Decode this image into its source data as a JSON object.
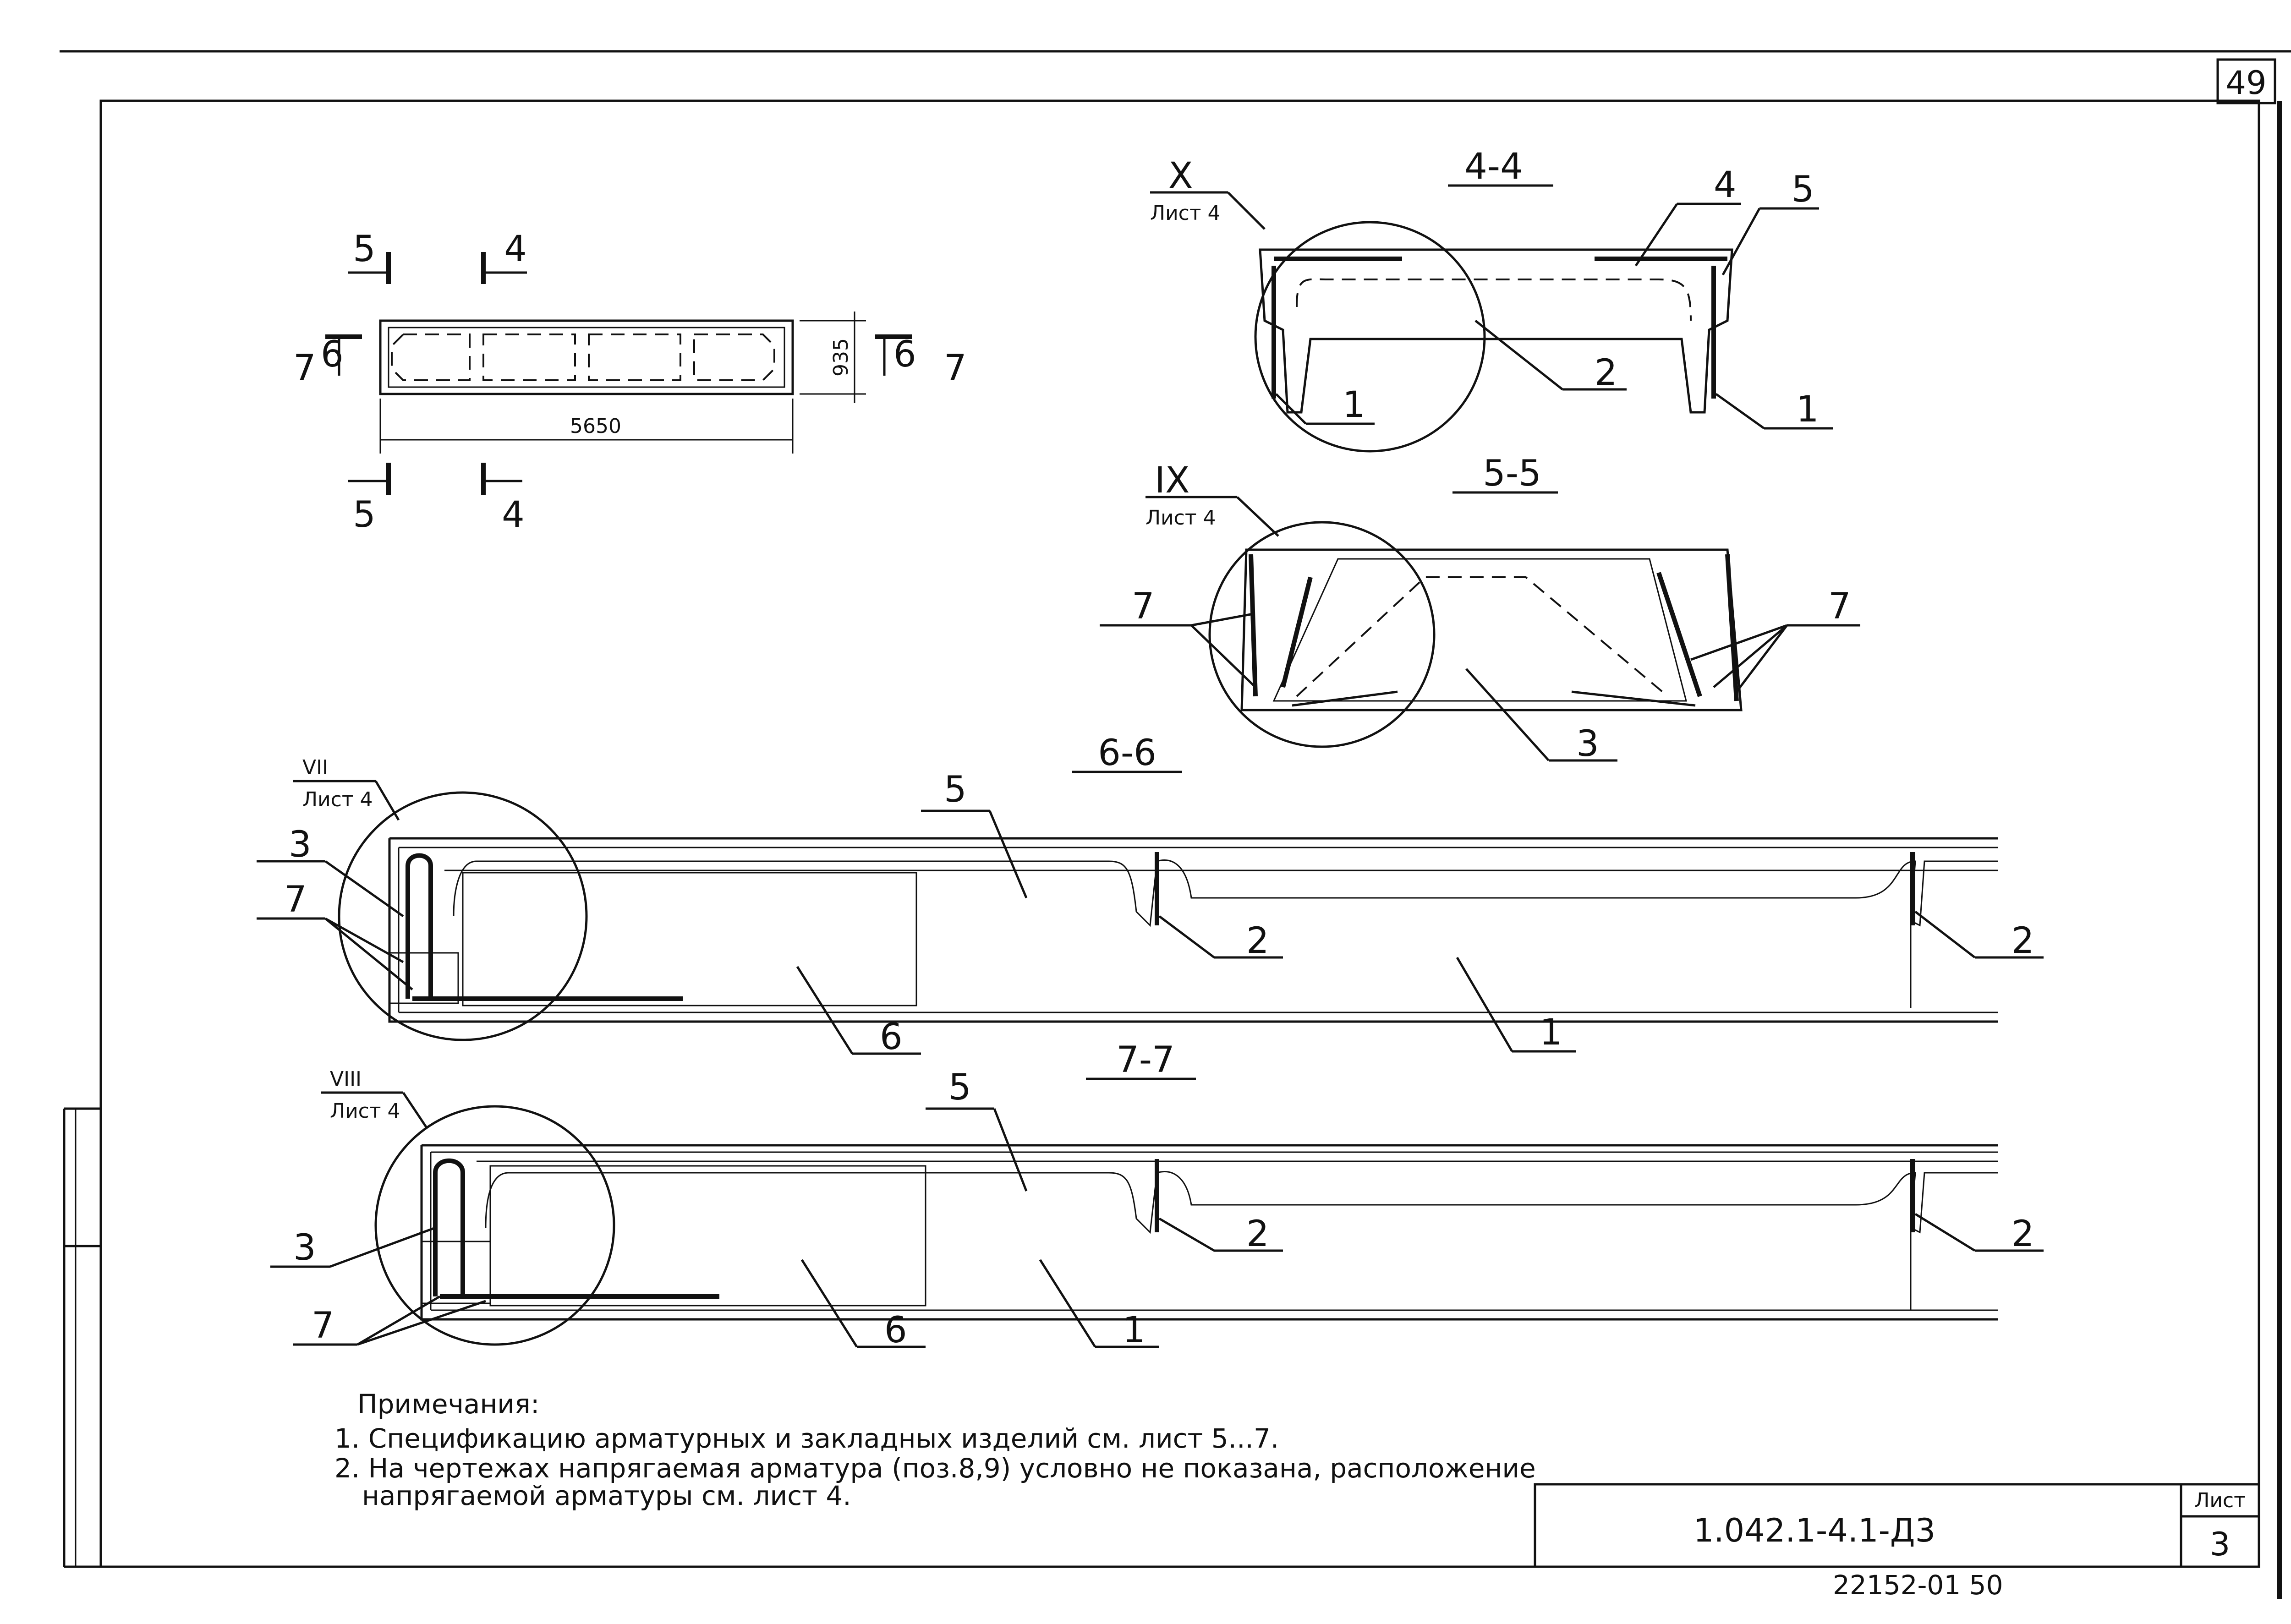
{
  "sheet_corner_number": "49",
  "plan": {
    "cut_5_top": "5",
    "cut_4_top": "4",
    "cut_5_bottom": "5",
    "cut_4_bottom": "4",
    "cut_7_left": "7",
    "cut_6_left": "6",
    "cut_6_right": "6",
    "cut_7_right": "7",
    "dim_length": "5650",
    "dim_height": "935"
  },
  "section_4_4": {
    "title": "4-4",
    "callout_top": "X",
    "callout_bottom": "Лист 4",
    "labels": [
      "4",
      "5",
      "2",
      "1",
      "1"
    ]
  },
  "section_5_5": {
    "title": "5-5",
    "callout_top": "IX",
    "callout_bottom": "Лист 4",
    "labels": [
      "7",
      "7",
      "3"
    ]
  },
  "section_6_6": {
    "title": "6-6",
    "callout_top": "VII",
    "callout_bottom": "Лист 4",
    "labels": [
      "5",
      "3",
      "7",
      "2",
      "2",
      "6",
      "1"
    ]
  },
  "section_7_7": {
    "title": "7-7",
    "callout_top": "VIII",
    "callout_bottom": "Лист 4",
    "labels": [
      "5",
      "3",
      "7",
      "2",
      "2",
      "6",
      "1"
    ]
  },
  "notes": {
    "heading": "Примечания:",
    "items": [
      "1. Спецификацию арматурных и закладных изделий см. лист 5...7.",
      "2. На чертежах напрягаемая арматура (поз.8,9) условно не показана, расположение",
      "напрягаемой арматуры см. лист 4."
    ]
  },
  "title_block": {
    "doc_code": "1.042.1-4.1-Д3",
    "sheet_label": "Лист",
    "sheet_number": "3"
  },
  "bottom_stamp": "22152-01   50"
}
